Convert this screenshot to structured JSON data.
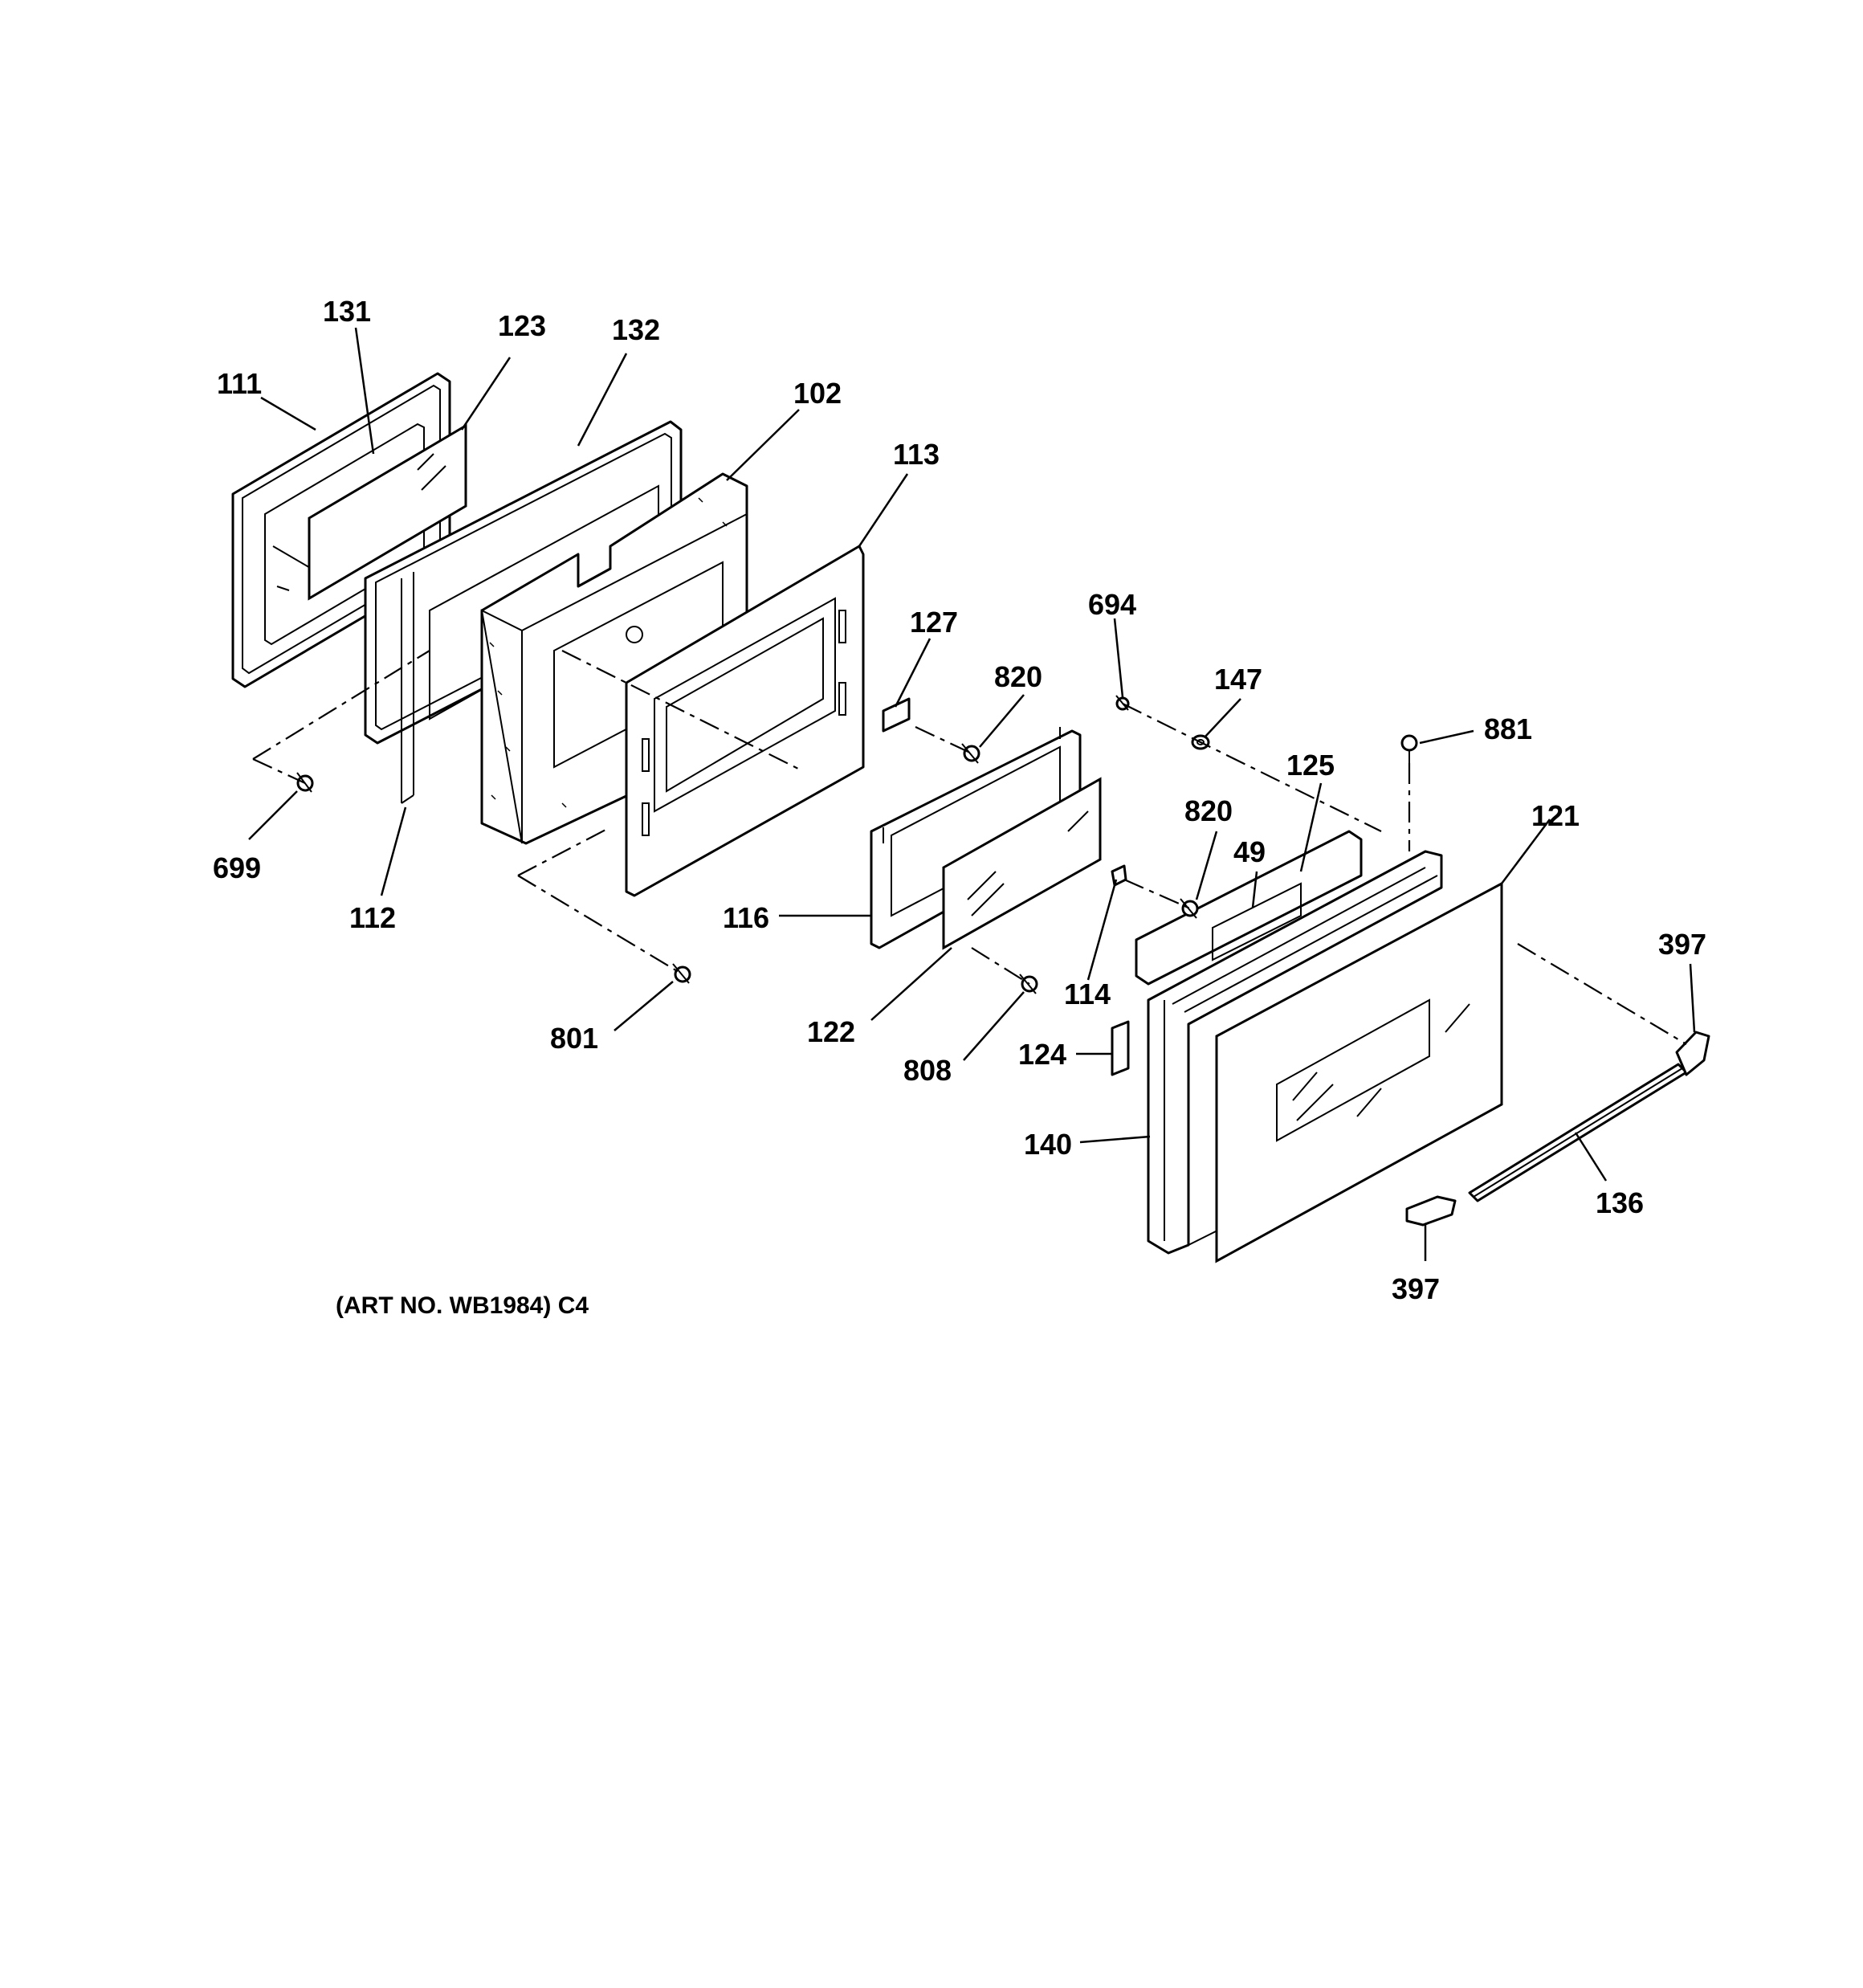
{
  "art_number": "(ART NO. WB1984) C4",
  "labels": {
    "p111": "111",
    "p131": "131",
    "p123": "123",
    "p132": "132",
    "p102": "102",
    "p113": "113",
    "p127": "127",
    "p820a": "820",
    "p694": "694",
    "p147": "147",
    "p881": "881",
    "p125": "125",
    "p121": "121",
    "p820b": "820",
    "p49": "49",
    "p699": "699",
    "p112": "112",
    "p116": "116",
    "p114": "114",
    "p397a": "397",
    "p801": "801",
    "p122": "122",
    "p808": "808",
    "p124": "124",
    "p140": "140",
    "p136": "136",
    "p397b": "397"
  }
}
